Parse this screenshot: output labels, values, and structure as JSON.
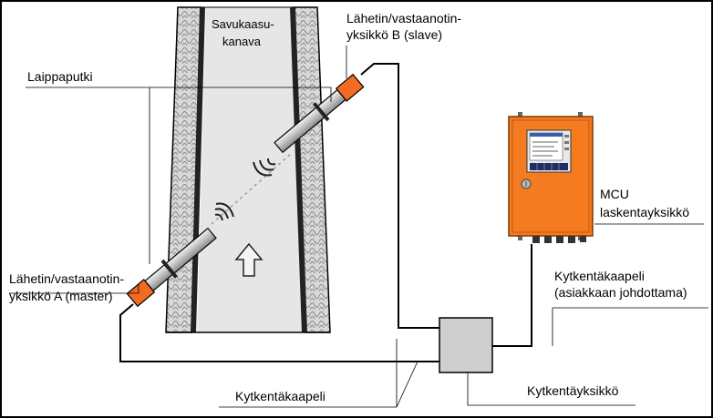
{
  "labels": {
    "duct": [
      "Savukaasu-",
      "kanava"
    ],
    "flange_pipe": "Laippaputki",
    "unit_b": [
      "Lähetin/vastaanotin-",
      "yksikkö B (slave)"
    ],
    "unit_a": [
      "Lähetin/vastaanotin-",
      "yksikkö A (master)"
    ],
    "mcu": [
      "MCU",
      "laskentayksikkö"
    ],
    "cable_customer": [
      "Kytkentäkaapeli",
      "(asiakkaan johdottama)"
    ],
    "cable": "Kytkentäkaapeli",
    "junction": "Kytkentäyksikkö"
  },
  "colors": {
    "unit_orange": "#f26b21",
    "mcu_orange": "#f47b20",
    "duct_fill": "#e4e4e4",
    "insulation": "#cfcfcf",
    "junction_fill": "#d0d0d0",
    "line": "#000000"
  }
}
